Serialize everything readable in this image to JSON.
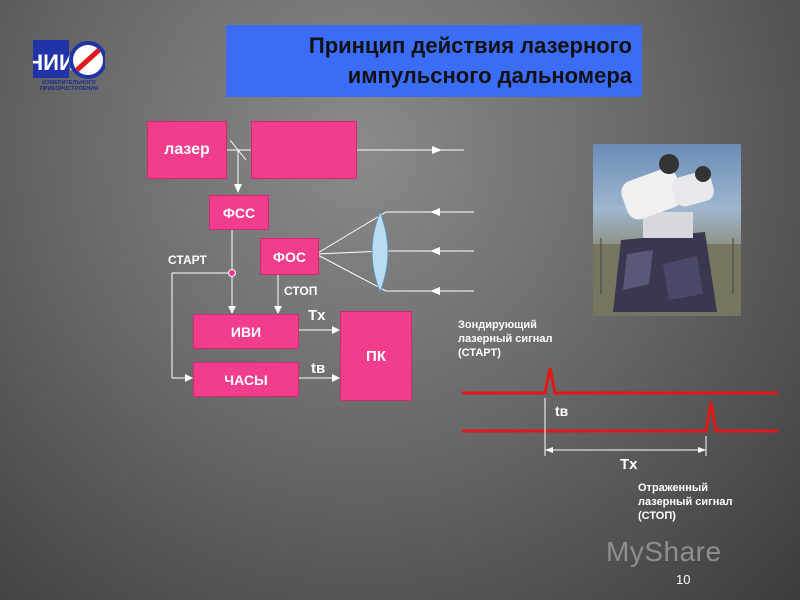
{
  "title": {
    "line1": "Принцип действия лазерного",
    "line2": "импульсного дальномера"
  },
  "logo": {
    "icon": "nii-logo-icon",
    "text": "НИИ",
    "caption": "ИЗМЕРИТЕЛЬНОГО ПРИБОРОСТРОЕНИЯ"
  },
  "blocks": {
    "laser": "лазер",
    "fss": "ФСС",
    "fos": "ФОС",
    "ivi": "ИВИ",
    "clock": "ЧАСЫ",
    "pk": "ПК"
  },
  "labels": {
    "start": "СТАРТ",
    "stop": "СТОП",
    "tx": "Tx",
    "tv": "tв"
  },
  "signal": {
    "probe_caption": [
      "Зондирующий",
      "лазерный сигнал",
      "(СТАРТ)"
    ],
    "reflected_caption": [
      "Отраженный",
      "лазерный сигнал",
      "(СТОП)"
    ],
    "tv": "tв",
    "tx": "Tx"
  },
  "photo_icon": "rangefinder-photo-icon",
  "watermark": "MyShare",
  "page_number": "10",
  "colors": {
    "title_bg": "#3b6cf6",
    "block": "#f23c8c",
    "signal": "#e01818"
  }
}
